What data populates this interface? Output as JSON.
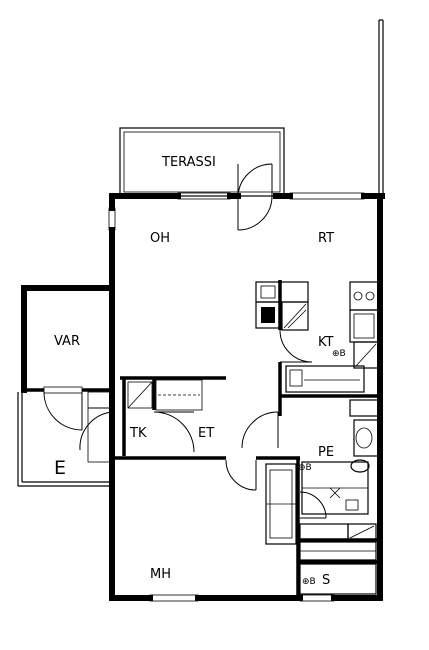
{
  "rooms": {
    "terrace": "TERASSI",
    "living": "OH",
    "dining": "RT",
    "storage": "VAR",
    "kitchen": "KT",
    "entry_hall": "ET",
    "closet": "TK",
    "bathroom": "PE",
    "bedroom": "MH",
    "sauna": "S",
    "entrance": "E"
  },
  "marks": {
    "kitchen_outlet": "⊕B",
    "bath_outlet": "⊕B",
    "sauna_outlet": "⊕B"
  }
}
